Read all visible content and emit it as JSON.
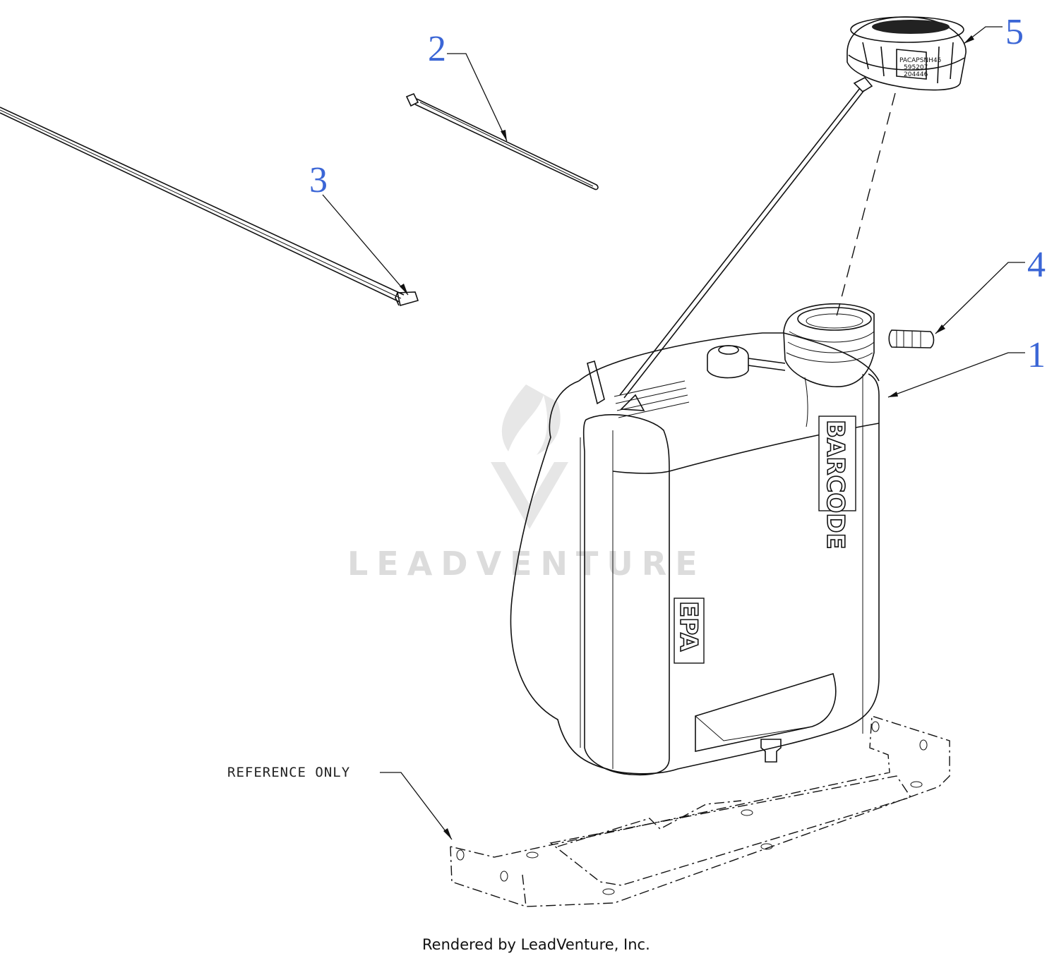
{
  "callouts": {
    "c1": "1",
    "c2": "2",
    "c3": "3",
    "c4": "4",
    "c5": "5"
  },
  "reference_label": "REFERENCE ONLY",
  "watermark": "LEADVENTURE",
  "footer": "Rendered by LeadVenture, Inc.",
  "tank_labels": {
    "barcode": "BARCODE",
    "epa": "EPA"
  },
  "cap_text": {
    "line1": "PACAPSNH45",
    "line2": "595207",
    "line3": "204446"
  },
  "icons": [
    "leadventure-logo-watermark"
  ]
}
